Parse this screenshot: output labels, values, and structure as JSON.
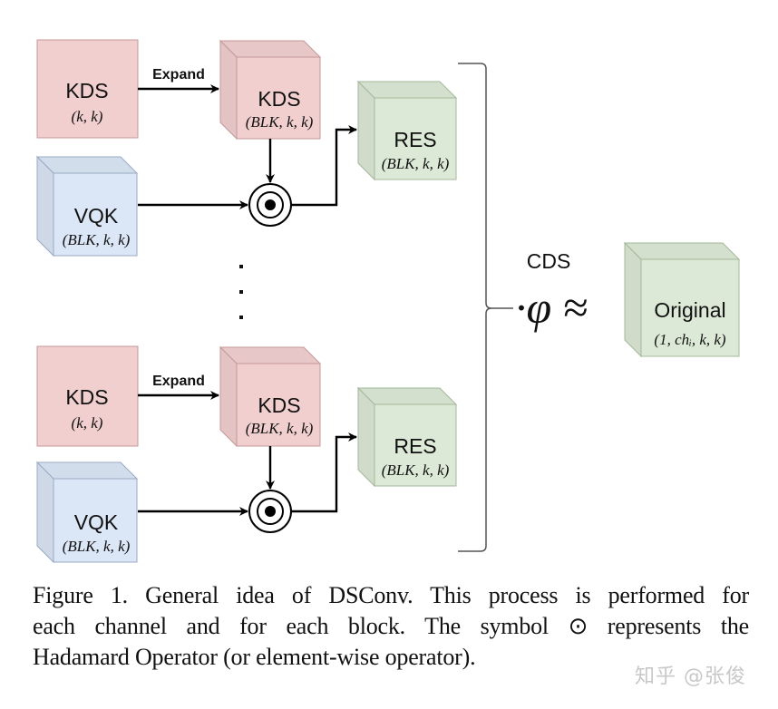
{
  "figure": {
    "colors": {
      "kds_fill": "#f1cfcf",
      "kds_stroke": "#c49a9a",
      "vqk_fill": "#dbe6f6",
      "vqk_stroke": "#9aaac4",
      "res_fill": "#dde9d7",
      "res_stroke": "#a5b89b",
      "arrow": "#000000",
      "brace": "#555555"
    },
    "groups": [
      {
        "kds_flat": {
          "title": "KDS",
          "shape": "(k, k)"
        },
        "expand_label": "Expand",
        "kds_cube": {
          "title": "KDS",
          "shape": "(BLK, k, k)"
        },
        "vqk_cube": {
          "title": "VQK",
          "shape": "(BLK, k, k)"
        },
        "hadamard_symbol": "hadamard-operator",
        "res_cube": {
          "title": "RES",
          "shape": "(BLK, k, k)"
        }
      },
      {
        "kds_flat": {
          "title": "KDS",
          "shape": "(k, k)"
        },
        "expand_label": "Expand",
        "kds_cube": {
          "title": "KDS",
          "shape": "(BLK, k, k)"
        },
        "vqk_cube": {
          "title": "VQK",
          "shape": "(BLK, k, k)"
        },
        "hadamard_symbol": "hadamard-operator",
        "res_cube": {
          "title": "RES",
          "shape": "(BLK, k, k)"
        }
      }
    ],
    "ellipsis": "⋮",
    "cds_label": "CDS",
    "phi_expression": "·φ ≈",
    "original_cube": {
      "title": "Original",
      "shape": "(1, chᵢ, k, k)"
    }
  },
  "caption": {
    "lines": [
      "Figure 1. General idea of DSConv. This process is performed for",
      "each channel and for each block.  The symbol ⊙ represents the",
      "Hadamard Operator (or element-wise operator)."
    ]
  },
  "watermark": "知乎 @张俊"
}
